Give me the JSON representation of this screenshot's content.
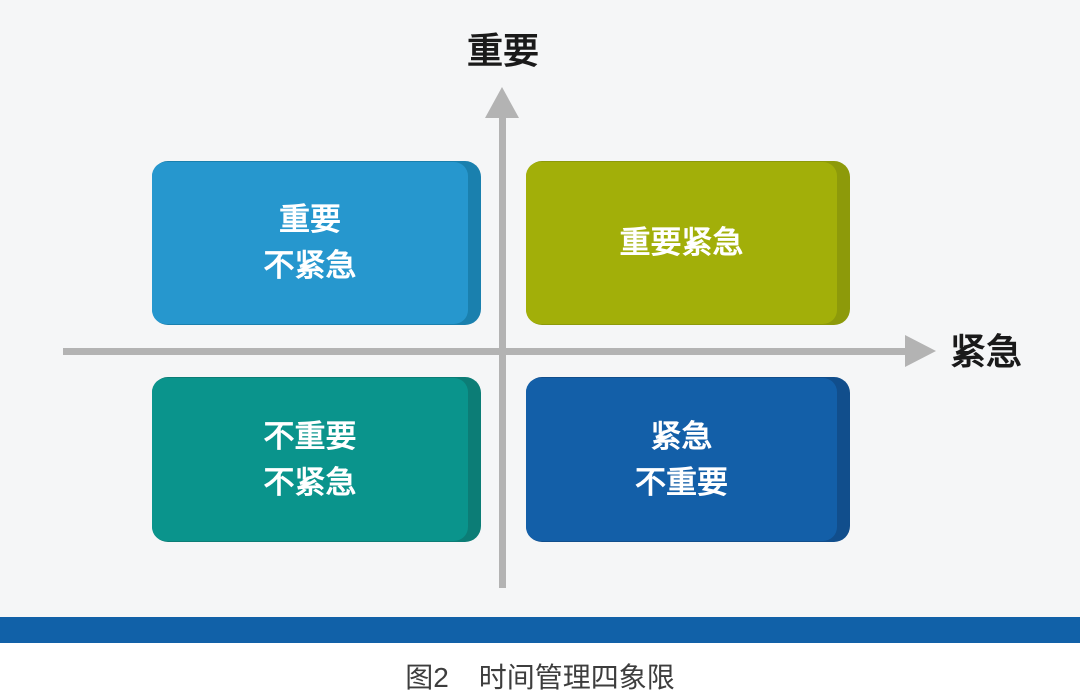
{
  "axes": {
    "y_axis_label": "重要",
    "x_axis_label": "紧急",
    "axis_color": "#b3b3b3"
  },
  "quadrants": {
    "top_left": {
      "name": "important-not-urgent",
      "label_lines": [
        "重要",
        "不紧急"
      ],
      "fill": "#2697ce",
      "edge": "#1a80ae"
    },
    "top_right": {
      "name": "important-urgent",
      "label_lines": [
        "重要紧急"
      ],
      "fill": "#a2af09",
      "edge": "#8d9a0a"
    },
    "bottom_left": {
      "name": "not-important-not-urgent",
      "label_lines": [
        "不重要",
        "不紧急"
      ],
      "fill": "#0a948c",
      "edge": "#0c7d76"
    },
    "bottom_right": {
      "name": "urgent-not-important",
      "label_lines": [
        "紧急",
        "不重要"
      ],
      "fill": "#135fa8",
      "edge": "#114e8c"
    }
  },
  "footer": {
    "bar_color": "#1161a8",
    "caption_figure": "图2",
    "caption_title": "时间管理四象限"
  }
}
